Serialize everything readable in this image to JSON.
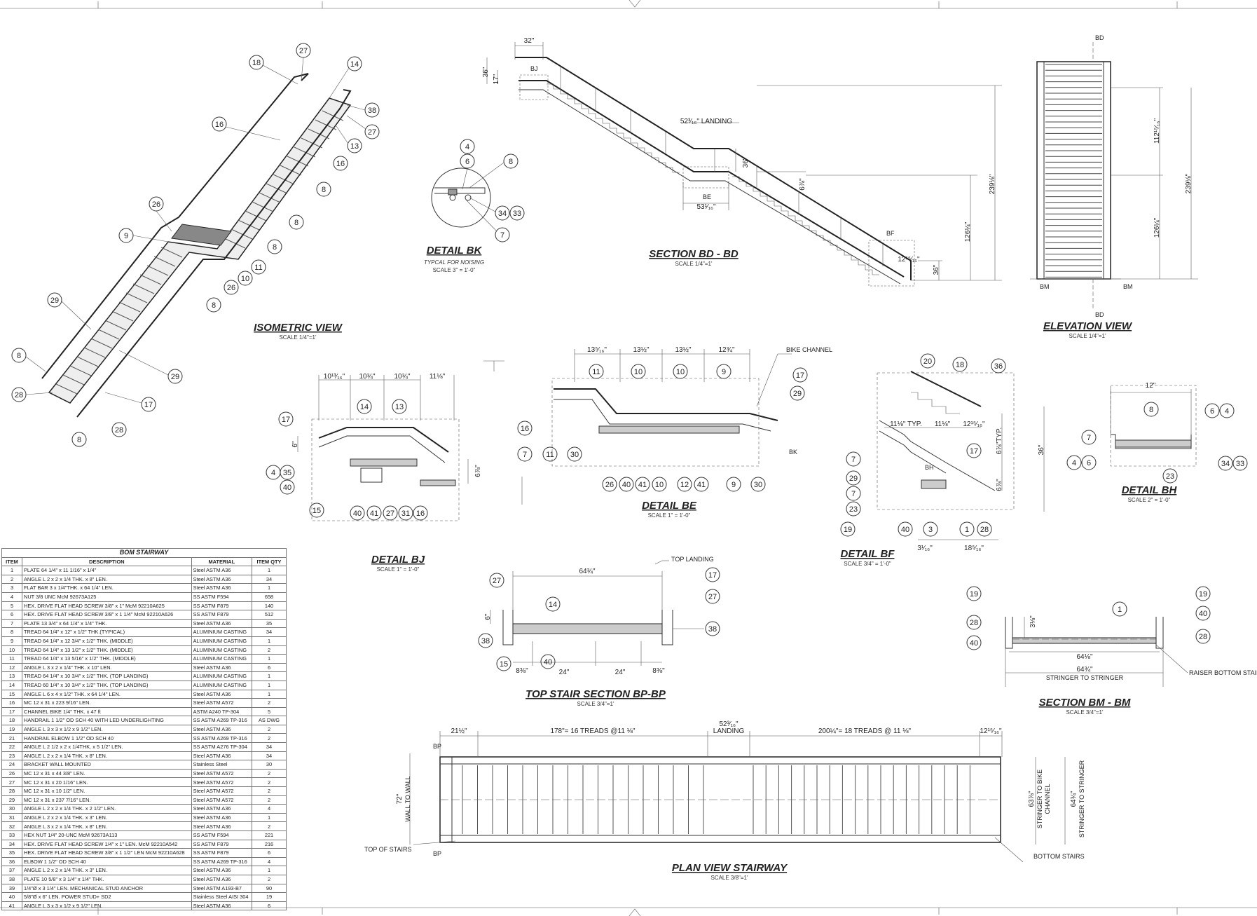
{
  "views": {
    "isometric": {
      "title": "ISOMETRIC VIEW",
      "scale": "SCALE 1/4\"=1'"
    },
    "detail_bk": {
      "title": "DETAIL  BK",
      "note": "TYPCAL FOR NOISING",
      "scale": "SCALE 3\" = 1'-0\""
    },
    "section_bd": {
      "title": "SECTION BD - BD",
      "scale": "SCALE 1/4\"=1'"
    },
    "elevation": {
      "title": "ELEVATION VIEW",
      "scale": "SCALE 1/4\"=1'"
    },
    "detail_bj": {
      "title": "DETAIL  BJ",
      "scale": "SCALE 1\" = 1'-0\""
    },
    "detail_be": {
      "title": "DETAIL  BE",
      "scale": "SCALE 1\" = 1'-0\""
    },
    "detail_bf": {
      "title": "DETAIL  BF",
      "scale": "SCALE 3/4\" = 1'-0\""
    },
    "detail_bh": {
      "title": "DETAIL  BH",
      "scale": "SCALE 2\" = 1'-0\""
    },
    "top_stair_section": {
      "title": "TOP STAIR SECTION BP-BP",
      "scale": "SCALE 3/4\"=1'"
    },
    "section_bm": {
      "title": "SECTION BM - BM",
      "scale": "SCALE 3/4\"=1'"
    },
    "plan_view": {
      "title": "PLAN VIEW STAIRWAY",
      "scale": "SCALE 3/8\"=1'"
    }
  },
  "section_bd_dims": {
    "top": "32\"",
    "rail_h": "36\"",
    "small": "17\"",
    "landing": "52³⁄₁₆\" LANDING",
    "landing_h": "36\"",
    "be_w": "53¹⁄₁₆\"",
    "riser": "6⅞\"",
    "total": "239⅛\"",
    "lower": "126¼\"",
    "bf": "12¹⁵⁄₁₆\"",
    "bot_rail": "36\"",
    "tag_bj": "BJ",
    "tag_be": "BE",
    "tag_bf": "BF"
  },
  "elevation_dims": {
    "upper": "112¹⁵⁄₁₆\"",
    "lower": "126¼\"",
    "total": "239⅛\"",
    "tag_bd": "BD",
    "tag_bm": "BM"
  },
  "detail_bj_dims": {
    "d1": "10¹³⁄₁₆\"",
    "d2": "10¾\"",
    "d3": "10¾\"",
    "d4": "11⅛\"",
    "h": "6\"",
    "h2": "6⅞\""
  },
  "detail_be_dims": {
    "d1": "13⁵⁄₁₆\"",
    "d2": "13½\"",
    "d3": "13½\"",
    "d4": "12¾\"",
    "note": "BIKE CHANNEL",
    "tag": "BK"
  },
  "detail_bf_dims": {
    "d1": "11⅛\" TYP.",
    "d2": "11⅛\"",
    "d3": "12¹⁵⁄₁₆\"",
    "h1": "6⅞\"TYP.",
    "h2": "36\"",
    "h3": "6⅞\"",
    "b1": "3¹⁄₁₆\"",
    "b2": "18⁵⁄₁₆\"",
    "tag": "BH"
  },
  "detail_bh_dims": {
    "w": "12\""
  },
  "top_stair_dims": {
    "w": "64¾\"",
    "h": "6\"",
    "s1": "8⅜\"",
    "s2": "24\"",
    "s3": "24\"",
    "s4": "8⅜\"",
    "note": "TOP LANDING"
  },
  "section_bm_dims": {
    "h": "3⅛\"",
    "w1": "64⅛\"",
    "w2": "64¾\"",
    "note1": "STRINGER TO STRINGER",
    "note2": "RAISER BOTTOM STAIR"
  },
  "plan_dims": {
    "d1": "21½\"",
    "d2": "178\"= 16 TREADS @11 ⅛\"",
    "d3": "52³⁄₁₆\"",
    "d3b": "LANDING",
    "d4": "200¼\"= 18 TREADS @ 11 ⅛\"",
    "d5": "12¹⁵⁄₁₆\"",
    "left": "72\"",
    "left2": "WALL TO WALL",
    "r1": "63⅞\"",
    "r1b": "STRINGER TO BIKE",
    "r1c": "CHANNEL",
    "r2": "64¾\"",
    "r2b": "STRINGER TO STRINGER",
    "top": "TOP OF STAIRS",
    "bottom": "BOTTOM STAIRS",
    "tag": "BP"
  },
  "bom": {
    "title": "BOM STAIRWAY",
    "headers": [
      "ITEM",
      "DESCRIPTION",
      "MATERIAL",
      "ITEM QTY"
    ],
    "rows": [
      [
        "1",
        "PLATE  64 1/4\" x 11 1/16\" x 1/4\"",
        "Steel ASTM A36",
        "1"
      ],
      [
        "2",
        "ANGLE  L 2 x 2 x 1/4 THK. x 8\" LEN.",
        "Steel ASTM A36",
        "34"
      ],
      [
        "3",
        "FLAT BAR  3 x 1/4\"THK. x 64 1/4\" LEN.",
        "Steel ASTM A36",
        "1"
      ],
      [
        "4",
        "NUT 3/8  UNC McM 92673A125",
        "SS ASTM F594",
        "658"
      ],
      [
        "5",
        "HEX. DRIVE FLAT HEAD SCREW 3/8\" x 1\"  McM 92210A625",
        "SS ASTM F879",
        "140"
      ],
      [
        "6",
        "HEX. DRIVE FLAT HEAD SCREW 3/8\" x 1 1/4\" McM 92210A626",
        "SS ASTM F879",
        "512"
      ],
      [
        "7",
        "PLATE 13 3/4\" x 64 1/4\" x 1/4\" THK.",
        "Steel ASTM A36",
        "35"
      ],
      [
        "8",
        "TREAD 64 1/4\" x 12\" x 1/2\" THK.(TYPICAL)",
        "ALUMINIUM CASTING",
        "34"
      ],
      [
        "9",
        "TREAD 64 1/4\" x 12 3/4\" x 1/2\" THK. (MIDDLE)",
        "ALUMINIUM CASTING",
        "1"
      ],
      [
        "10",
        "TREAD 64 1/4\" x 13 1/2\" x 1/2\" THK. (MIDDLE)",
        "ALUMINIUM CASTING",
        "2"
      ],
      [
        "11",
        "TREAD 64 1/4\" x 13 5/16\" x 1/2\" THK. (MIDDLE)",
        "ALUMINIUM CASTING",
        "1"
      ],
      [
        "12",
        "ANGLE  L 3 x 2 x 1/4\" THK. x 10\" LEN.",
        "Steel ASTM A36",
        "6"
      ],
      [
        "13",
        "TREAD 64 1/4\" x 10 3/4\" x 1/2\" THK. (TOP LANDING)",
        "ALUMINIUM CASTING",
        "1"
      ],
      [
        "14",
        "TREAD 60 1/4\" x 10 3/4\" x 1/2\" THK. (TOP LANDING)",
        "ALUMINIUM CASTING",
        "1"
      ],
      [
        "15",
        "ANGLE  L 6 x 4 x 1/2\" THK. x 64 1/4\" LEN.",
        "Steel ASTM A36",
        "1"
      ],
      [
        "16",
        "MC 12 x 31 x 223 9/16\" LEN.",
        "Steel ASTM A572",
        "2"
      ],
      [
        "17",
        "CHANNEL BIKE 1/4\" THK. x 47 ft",
        "ASTM A240 TP-304",
        "5"
      ],
      [
        "18",
        "HANDRAIL 1 1/2\"  OD SCH 40 WITH LED UNDERLIGHTING",
        "SS ASTM A269 TP-316",
        "AS DWG"
      ],
      [
        "19",
        "ANGLE L 3 x 3 x 1/2 x 9 1/2\" LEN.",
        "Steel ASTM A36",
        "2"
      ],
      [
        "21",
        "HANDRAIL ELBOW 1 1/2\" OD SCH 40",
        "SS ASTM A269 TP-316",
        "2"
      ],
      [
        "22",
        "ANGLE  L 2 1/2 x 2 x 1/4THK. x 5 1/2\" LEN.",
        "SS ASTM A276 TP-304",
        "34"
      ],
      [
        "23",
        "ANGLE  L 2 x 2 x 1/4 THK. x 8\" LEN.",
        "Steel ASTM A36",
        "34"
      ],
      [
        "24",
        "BRACKET WALL MOUNTED",
        "Stainless Steel",
        "30"
      ],
      [
        "26",
        "MC 12 x 31 x 44 3/8\" LEN.",
        "Steel ASTM A572",
        "2"
      ],
      [
        "27",
        "MC 12 x 31 x 20 1/16\" LEN.",
        "Steel ASTM A572",
        "2"
      ],
      [
        "28",
        "MC 12 x 31 x 10 1/2\" LEN.",
        "Steel ASTM A572",
        "2"
      ],
      [
        "29",
        "MC 12 x 31 x 237 7/16\" LEN.",
        "Steel ASTM A572",
        "2"
      ],
      [
        "30",
        "ANGLE  L 2 x 2 x 1/4 THK.   x 2 1/2\" LEN.",
        "Steel ASTM A36",
        "4"
      ],
      [
        "31",
        "ANGLE  L 2 x 2 x 1/4  THK. x 3\" LEN.",
        "Steel ASTM A36",
        "1"
      ],
      [
        "32",
        "ANGLE  L 3 x 2 x 1/4 THK. x 8\" LEN.",
        "Steel ASTM A36",
        "2"
      ],
      [
        "33",
        "HEX NUT  1/4\" 20-UNC McM 92673A113",
        "SS ASTM F594",
        "221"
      ],
      [
        "34",
        "HEX. DRIVE FLAT HEAD SCREW 1/4\" x 1\" LEN. McM 92210A542",
        "SS ASTM F879",
        "216"
      ],
      [
        "35",
        "HEX. DRIVE FLAT HEAD SCREW 3/8\" x 1 1/2\" LEN McM 92210A628",
        "SS ASTM F879",
        "6"
      ],
      [
        "36",
        "ELBOW 1 1/2\" OD SCH 40",
        "SS ASTM A269 TP-316",
        "4"
      ],
      [
        "37",
        "ANGLE  L 2 x 2 x 1/4 THK. x 3\"  LEN.",
        "Steel ASTM A36",
        "1"
      ],
      [
        "38",
        "PLATE 10 5/8\" x 3 1/4\" x 1/4\" THK.",
        "Steel ASTM A36",
        "2"
      ],
      [
        "39",
        "1/4\"Ø x 3 1/4\" LEN. MECHANICAL STUD ANCHOR",
        "Steel ASTM A193-B7",
        "90"
      ],
      [
        "40",
        "5/8\"Ø x 6\" LEN. POWER STUD+ SD2",
        "Stainless Steel AISI 304",
        "19"
      ],
      [
        "41",
        "ANGLE  L 3 x 3 x 1/2 x 9 1/2\" LEN.",
        "Steel ASTM A36",
        "6"
      ]
    ]
  }
}
